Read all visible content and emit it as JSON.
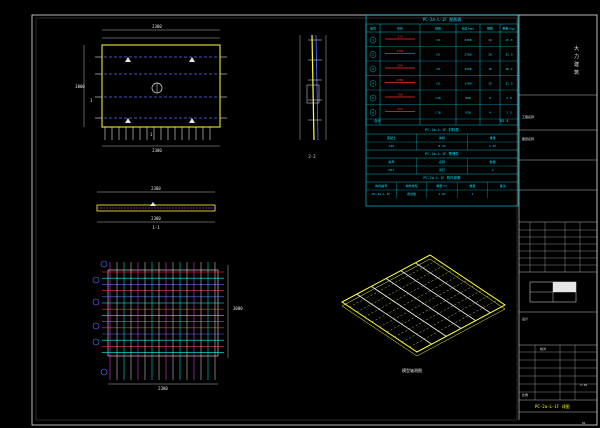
{
  "colors": {
    "background": "#000000",
    "line_white": "#e6e6e6",
    "table_cyan": "#00e5ff",
    "panel_yellow": "#ffff33",
    "rebar_blue": "#5a6bff",
    "rebar_red": "#ff3030",
    "rebar_cyan": "#00ffff",
    "rebar_magenta": "#ff44ff"
  },
  "plan_view": {
    "top_dim": "2380",
    "bottom_dim": "2380",
    "left_dim": "3000",
    "section_mark_left": "1",
    "section_mark_bottom": "1"
  },
  "section_1_1": {
    "label": "1-1",
    "top_dim": "2380",
    "bottom_dim": "2380"
  },
  "section_2_2": {
    "label": "2-2"
  },
  "rebar_view": {
    "right_dim": "3000",
    "bottom_dim": "2380"
  },
  "iso_view": {
    "caption": "模型轴测图"
  },
  "table": {
    "title": "PC-2a-L-1F 配筋表",
    "headers": [
      "编号",
      "形状",
      "规格",
      "长度(mm)",
      "根数",
      "重量(kg)"
    ],
    "rows": [
      {
        "id": "1",
        "dim": "270",
        "spec": "C8",
        "len": "2380",
        "qty": "16",
        "wt": "15.0"
      },
      {
        "id": "2",
        "dim": "2380",
        "spec": "C8",
        "len": "2780",
        "qty": "20",
        "wt": "21.9"
      },
      {
        "id": "3",
        "dim": "200",
        "spec": "C8",
        "len": "3200",
        "qty": "16",
        "wt": "20.2"
      },
      {
        "id": "4",
        "dim": "2380",
        "spec": "C8",
        "len": "2780",
        "qty": "20",
        "wt": "21.9"
      },
      {
        "id": "5",
        "dim": "780",
        "spec": "C10",
        "len": "800",
        "qty": "8",
        "wt": "3.9"
      },
      {
        "id": "6",
        "dim": "520",
        "spec": "C10",
        "len": "620",
        "qty": "4",
        "wt": "1.5"
      }
    ],
    "total_label": "合计",
    "total_value": "84.4",
    "sub1_title": "PC-2a-L-1F 材料表",
    "sub1_headers": [
      "混凝土",
      "体积",
      "重量"
    ],
    "sub1_row": [
      "C30",
      "0.43",
      "1.07"
    ],
    "sub2_title": "PC-2a-L-1F 预埋件",
    "sub2_headers": [
      "编号",
      "名称",
      "数量"
    ],
    "sub2_row": [
      "MJ1",
      "吊钉",
      "4"
    ],
    "sub3_title": "PC-2a-L-1F 构件参数",
    "sub3_headers": [
      "构件编号",
      "构件类型",
      "重量(t)",
      "数量",
      "备注"
    ],
    "sub3_row": [
      "PC-2a-L-1F",
      "叠合板",
      "1.07",
      "1",
      ""
    ]
  },
  "title_block": {
    "company": "大 力 建 筑",
    "project_label": "工程名称",
    "drawing_label": "图纸名称",
    "designer": "设计",
    "checker": "校对",
    "scale_label": "比例",
    "scale_value": "1:25",
    "drawing_title": "PC-2a-L-1F 详图",
    "page_no": "01"
  }
}
